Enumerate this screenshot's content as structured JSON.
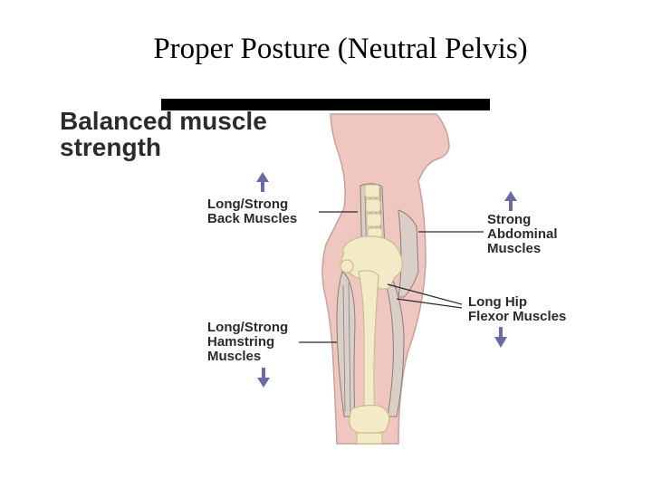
{
  "title": "Proper Posture (Neutral Pelvis)",
  "heading": [
    "Balanced muscle",
    "strength"
  ],
  "labels": {
    "back": [
      "Long/Strong",
      "Back Muscles"
    ],
    "abdominal": [
      "Strong",
      "Abdominal",
      "Muscles"
    ],
    "hip_flexor": [
      "Long Hip",
      "Flexor Muscles"
    ],
    "hamstring": [
      "Long/Strong",
      "Hamstring",
      "Muscles"
    ]
  },
  "arrows": {
    "back": "up",
    "abdominal": "up",
    "hip_flexor": "down",
    "hamstring": "down"
  },
  "colors": {
    "skin": "#efc6c0",
    "skin_outline": "#c9a09a",
    "bone": "#f3ebc8",
    "bone_outline": "#c8bd8c",
    "muscle": "#d9cfc8",
    "arrow": "#6a6aa6",
    "line": "#2b2b2b"
  }
}
